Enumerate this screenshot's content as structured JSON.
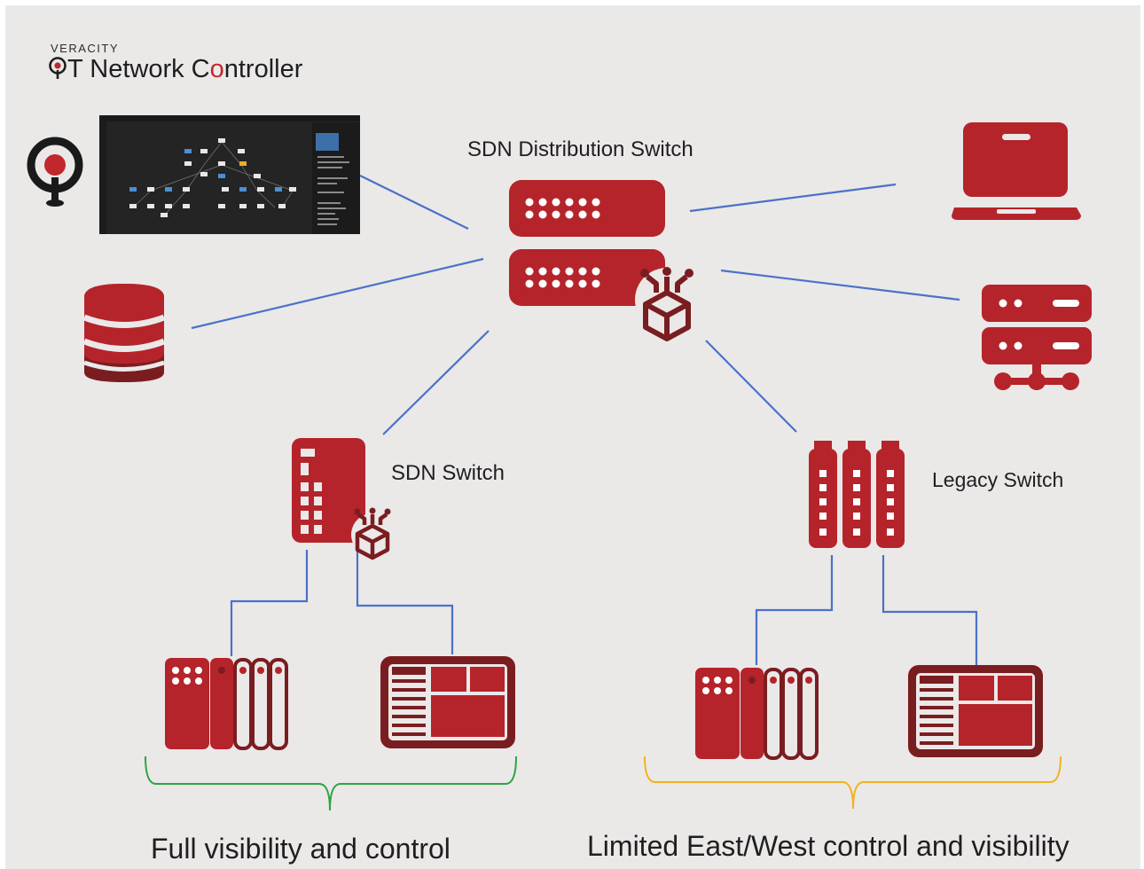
{
  "brand": {
    "top": "VERACITY",
    "product_prefix": "T Network Controller",
    "product_color_mark": "o",
    "accent": "#c0282d"
  },
  "labels": {
    "distribution_switch": "SDN Distribution Switch",
    "sdn_switch": "SDN Switch",
    "legacy_switch": "Legacy Switch"
  },
  "captions": {
    "left": "Full visibility and control",
    "right": "Limited East/West control and visibility"
  },
  "colors": {
    "icon_red": "#b5242a",
    "icon_dark": "#7a1d20",
    "link_blue": "#4a72c8",
    "brace_green": "#2aa541",
    "brace_yellow": "#f1b21f",
    "background": "#ebe8e8"
  },
  "icons": [
    "controller-logo-icon",
    "database-icon",
    "laptop-icon",
    "server-network-icon",
    "distribution-switch-icon",
    "sdn-switch-icon",
    "legacy-switch-icon",
    "plc-icon",
    "hmi-panel-icon"
  ]
}
